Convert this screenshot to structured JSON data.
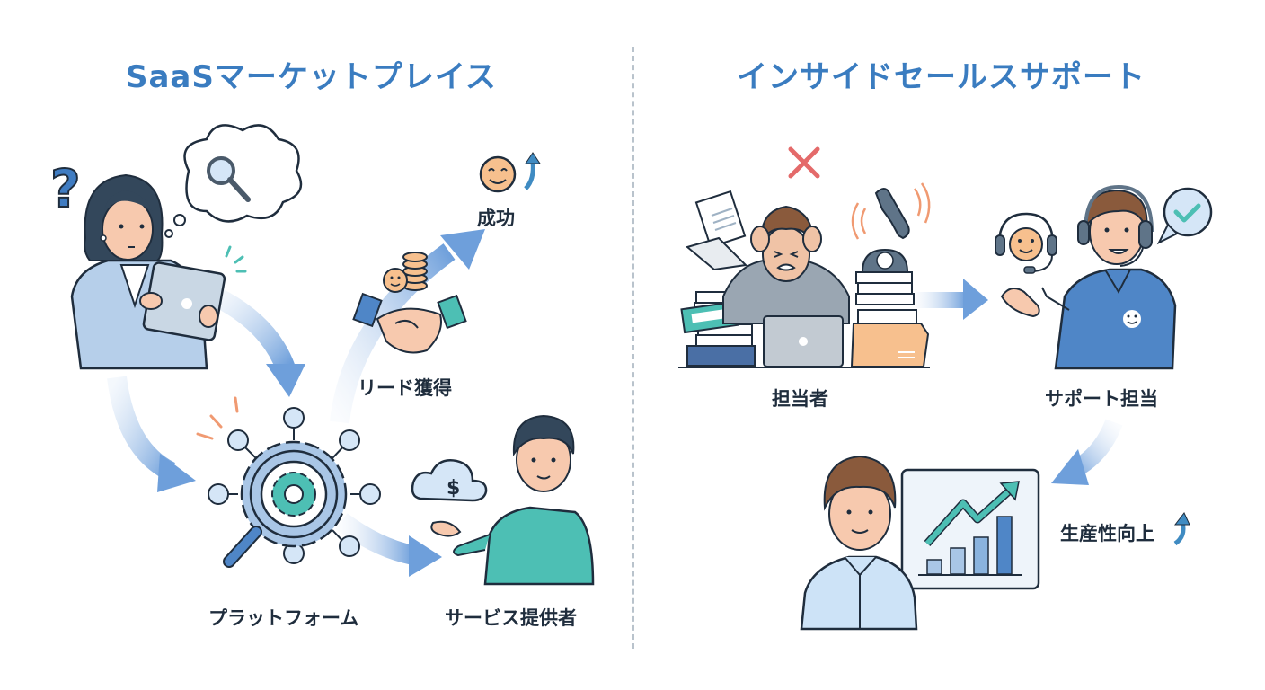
{
  "left_panel": {
    "title": "SaaSマーケットプレイス",
    "labels": {
      "success": "成功",
      "lead_acquisition": "リード獲得",
      "platform": "プラットフォーム",
      "service_provider": "サービス提供者"
    },
    "icons": [
      "question-mark-icon",
      "magnifier-thought-bubble-icon",
      "tablet-icon",
      "smiley-coins-icon",
      "handshake-icon",
      "smiley-up-arrow-icon",
      "platform-gear-network-icon",
      "dollar-cloud-icon"
    ]
  },
  "right_panel": {
    "title": "インサイドセールスサポート",
    "labels": {
      "staff": "担当者",
      "support_staff": "サポート担当",
      "productivity": "生産性向上"
    },
    "icons": [
      "cross-icon",
      "ringing-phone-icon",
      "laptop-icon",
      "folder-icon",
      "headset-smiley-icon",
      "checkmark-bubble-icon",
      "growth-chart-icon",
      "up-arrow-icon"
    ]
  },
  "colors": {
    "title_blue": "#3a7cc0",
    "arrow_blue": "#7aa6dd",
    "teal": "#4dbfb4",
    "skin": "#f7c9ae",
    "hair_dark": "#33475b",
    "hair_brown": "#8a5a3c",
    "orange": "#f4a46a",
    "red_cross": "#e46a6a",
    "text_dark": "#1f2d3d"
  }
}
